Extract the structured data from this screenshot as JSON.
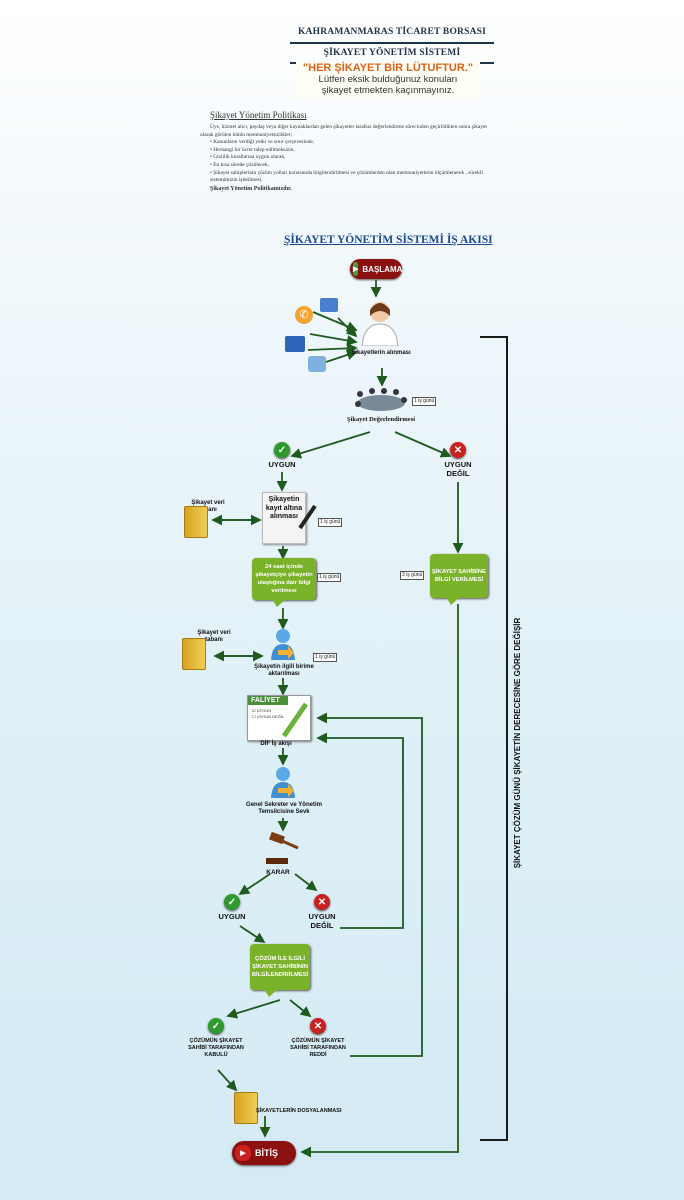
{
  "header": {
    "org": "KAHRAMANMARAS TİCARET BORSASI",
    "system": "ŞİKAYET YÖNETİM SİSTEMİ"
  },
  "slogan": {
    "headline": "\"HER ŞİKAYET BİR LÜTUFTUR.\"",
    "line1": "Lütfen eksik bulduğunuz konuları",
    "line2": "şikayet etmekten kaçınmayınız."
  },
  "policy": {
    "title": "Şikayet Yönetim Politikası",
    "intro": "Üye, hizmet alıcı, paydaş veya diğer kaynaklardan gelen şikayetler tarafsız değerlendirme sürecinden geçirildikten sonra şikayet olarak görülen bütün memnuniyetsizlikler;",
    "bullets": [
      "Kanunların verdiği yetki ve sınır çerçevesinde,",
      "Herhangi bir ücret talep edilmeksizin,",
      "Gizlilik kurallarına uygun olarak,",
      "En kısa sürede çözülecek,",
      "Şikayet sahiplerinin çözüm yolları konusunda bilgilendirilmesi ve çözümlerden olan memnuniyetlerin ölçümlenerek , sürekli sistemimizin işletilmesi,"
    ],
    "closing": "Şikayet Yönetim Politikamızdır."
  },
  "flow_title": "ŞİKAYET YÖNETİM SİSTEMİ İŞ AKISI",
  "nodes": {
    "start": "BAŞLAMA",
    "receive": "Şikayetlerin alınması",
    "evaluate": "Şikayet Değerlendirmesi",
    "ok1": "UYGUN",
    "notok1": "UYGUN DEĞİL",
    "db1": "Şikayet veri tabanı",
    "record": "Şikayetin kayıt altına alınması",
    "inform24": "24 saat içinde şikayetçiye şikayetin ulaştığına dair bilgi verilmesi",
    "inform_owner": "ŞİKAYET SAHİBİNE BİLGİ VERİLMESİ",
    "db2": "Şikayet veri tabanı",
    "transfer": "Şikayetin ilgili birime aktarılması",
    "dif_board": "FALİYET",
    "dif_item1": "UYGUN",
    "dif_item2": "UYGUN DEĞİL",
    "dif": "DİF İş akışı",
    "forward": "Genel Sekreter ve Yönetim Temsilcisine Sevk",
    "decision": "KARAR",
    "ok2": "UYGUN",
    "notok2": "UYGUN DEĞİL",
    "inform_solution": "ÇÖZÜM İLE İLGİLİ ŞİKAYET SAHİBİNİN BİLGİLENDİRİLMESİ",
    "accept": "ÇÖZÜMÜN ŞİKAYET SAHİBİ TARAFINDAN KABULÜ",
    "reject": "ÇÖZÜMÜN ŞİKAYET SAHİBİ TARAFINDAN REDDİ",
    "archive": "ŞİKAYETLERİN DOSYALANMASI",
    "end": "BİTİŞ"
  },
  "durations": {
    "d1": "1 iş günü",
    "d2": "1 iş günü",
    "d3": "1 iş günü",
    "d4": "1 iş günü",
    "d5": "3 iş günü"
  },
  "side_note": "ŞİKAYET ÇÖZÜM GÜNÜ ŞİKAYETİN DERECESİNE GÖRE DEĞİŞİR",
  "colors": {
    "arrow": "#1f5a1f",
    "green_box": "#7ab229",
    "pill": "#8b1010",
    "title": "#1b4b8c"
  }
}
